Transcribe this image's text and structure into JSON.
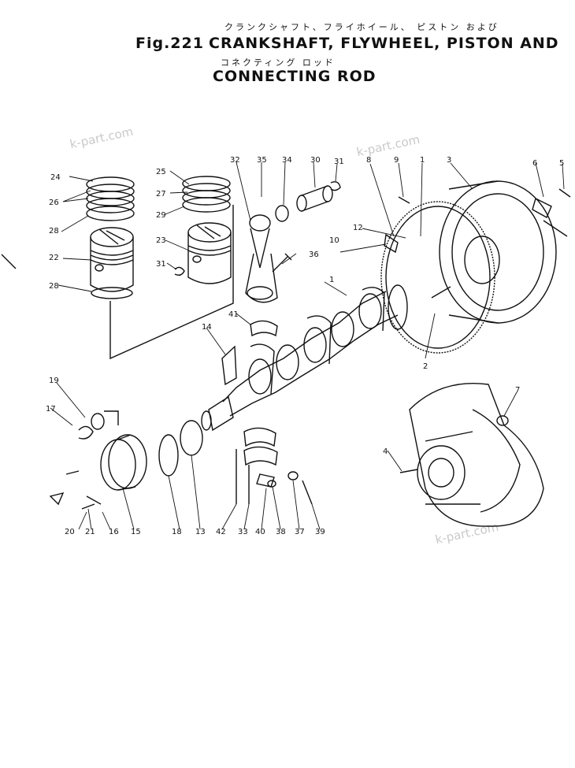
{
  "title": {
    "fig": "Fig.221",
    "jp_line1": "クランクシャフト、フライホイール、 ピストン および",
    "en_line1": "CRANKSHAFT, FLYWHEEL, PISTON AND",
    "jp_line2": "コネクティング ロッド",
    "en_line2": "CONNECTING ROD"
  },
  "watermarks": [
    "k-part.com",
    "k-part.com",
    "k-part.com"
  ],
  "callouts": [
    {
      "id": "c1",
      "text": "1"
    },
    {
      "id": "c2",
      "text": "2"
    },
    {
      "id": "c3",
      "text": "3"
    },
    {
      "id": "c4",
      "text": "4"
    },
    {
      "id": "c5",
      "text": "5"
    },
    {
      "id": "c6",
      "text": "6"
    },
    {
      "id": "c7",
      "text": "7"
    },
    {
      "id": "c8",
      "text": "8"
    },
    {
      "id": "c9",
      "text": "9"
    },
    {
      "id": "c10",
      "text": "10"
    },
    {
      "id": "c11",
      "text": "1"
    },
    {
      "id": "c12",
      "text": "12"
    },
    {
      "id": "c13",
      "text": "13"
    },
    {
      "id": "c14",
      "text": "14"
    },
    {
      "id": "c15",
      "text": "15"
    },
    {
      "id": "c16",
      "text": "16"
    },
    {
      "id": "c17",
      "text": "17"
    },
    {
      "id": "c18",
      "text": "18"
    },
    {
      "id": "c19",
      "text": "19"
    },
    {
      "id": "c20",
      "text": "20"
    },
    {
      "id": "c21",
      "text": "21"
    },
    {
      "id": "c22",
      "text": "22"
    },
    {
      "id": "c23",
      "text": "23"
    },
    {
      "id": "c24",
      "text": "24"
    },
    {
      "id": "c25",
      "text": "25"
    },
    {
      "id": "c26",
      "text": "26"
    },
    {
      "id": "c27",
      "text": "27"
    },
    {
      "id": "c28a",
      "text": "28"
    },
    {
      "id": "c28b",
      "text": "28"
    },
    {
      "id": "c29",
      "text": "29"
    },
    {
      "id": "c30",
      "text": "30"
    },
    {
      "id": "c31a",
      "text": "31"
    },
    {
      "id": "c31b",
      "text": "31"
    },
    {
      "id": "c32",
      "text": "32"
    },
    {
      "id": "c33",
      "text": "33"
    },
    {
      "id": "c34",
      "text": "34"
    },
    {
      "id": "c35",
      "text": "35"
    },
    {
      "id": "c36",
      "text": "36"
    },
    {
      "id": "c37",
      "text": "37"
    },
    {
      "id": "c38",
      "text": "38"
    },
    {
      "id": "c39",
      "text": "39"
    },
    {
      "id": "c40",
      "text": "40"
    },
    {
      "id": "c41",
      "text": "41"
    },
    {
      "id": "c42",
      "text": "42"
    }
  ]
}
